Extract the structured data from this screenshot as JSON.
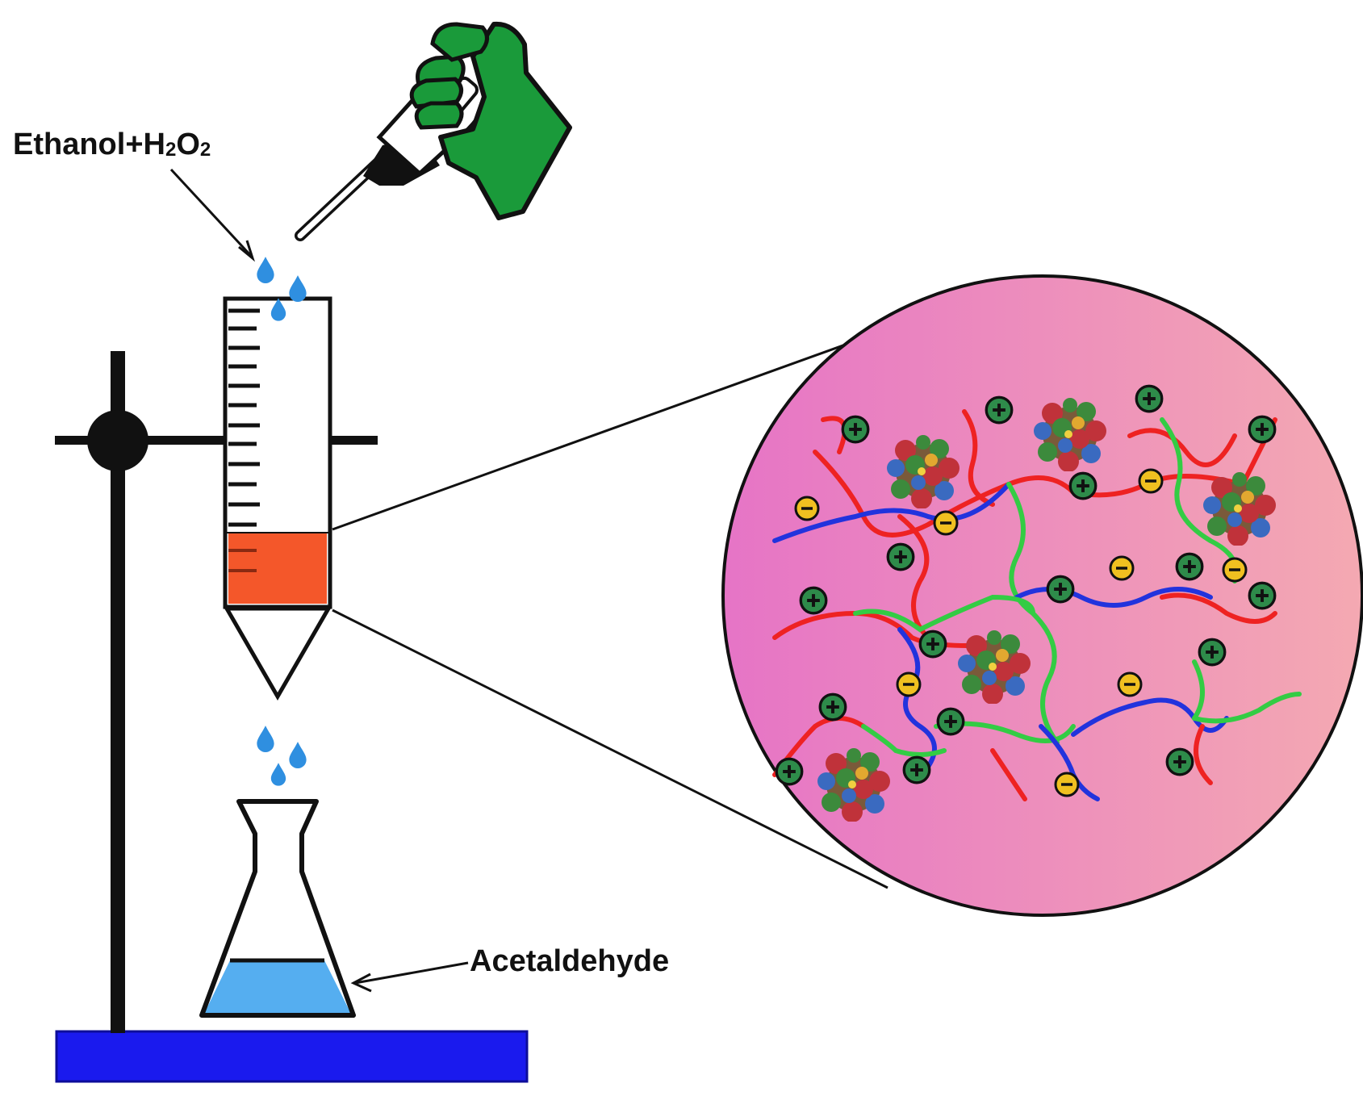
{
  "labels": {
    "input_prefix": "Ethanol+H",
    "input_sub1": "2",
    "input_mid": "O",
    "input_sub2": "2",
    "product": "Acetaldehyde"
  },
  "colors": {
    "stand_base": "#1a1aee",
    "column_fill": "#f4572a",
    "flask_fill": "#55aef0",
    "droplet": "#2f8fe0",
    "glove": "#1a9a3a",
    "circle_left": "#e777c8",
    "circle_right": "#f3a6b2",
    "chain_red": "#ee2222",
    "chain_blue": "#2233dd",
    "chain_green": "#33cc44",
    "positive_ion": "#2e8b4a",
    "negative_ion": "#f0c020"
  },
  "icons": {
    "positive": "plus-ion-icon",
    "negative": "minus-ion-icon",
    "enzyme": "enzyme-icon",
    "pipette": "pipette-icon",
    "hand": "gloved-hand-icon",
    "droplet": "droplet-icon"
  }
}
